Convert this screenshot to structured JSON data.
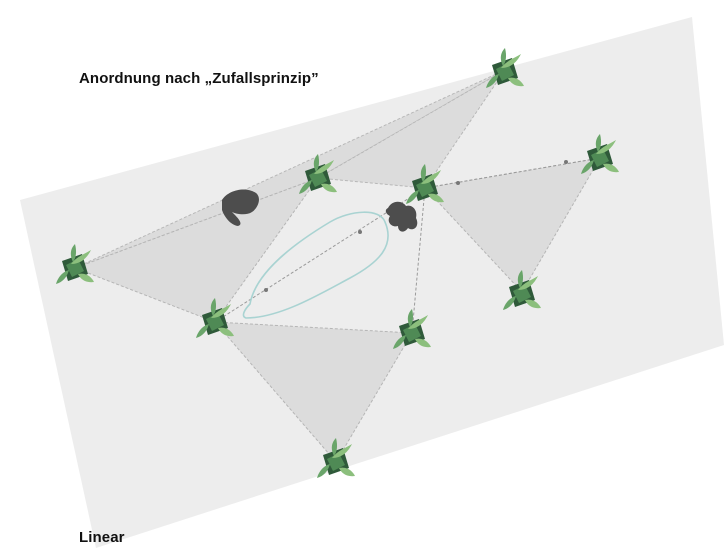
{
  "headings": {
    "random": "Anordnung nach „Zufallsprinzip”",
    "linear": "Linear"
  },
  "colors": {
    "paper": "#ededed",
    "triangle_fill": "#dcdcdc",
    "triangle_stroke": "#b5b5b5",
    "path": "#a9d3d2",
    "silhouette": "#4d4d4d",
    "plant_dark": "#2f5a3a",
    "plant_mid": "#4f8a55",
    "plant_light": "#8cbf7d"
  },
  "diagram": {
    "plants": [
      {
        "id": "p1"
      },
      {
        "id": "p2"
      },
      {
        "id": "p3"
      },
      {
        "id": "p4"
      },
      {
        "id": "p5"
      },
      {
        "id": "p6"
      },
      {
        "id": "p7"
      },
      {
        "id": "p8"
      },
      {
        "id": "p9"
      },
      {
        "id": "p10"
      }
    ],
    "triangles": [
      {
        "id": "t1",
        "plants": [
          "p1",
          "p2",
          "p3"
        ]
      },
      {
        "id": "t2",
        "plants": [
          "p2",
          "p4",
          "p5"
        ]
      },
      {
        "id": "t3",
        "plants": [
          "p3",
          "p6",
          "p7"
        ]
      },
      {
        "id": "t4",
        "plants": [
          "p5",
          "p8",
          "p9"
        ]
      }
    ],
    "silhouettes": [
      "person-lying-silhouette",
      "person-crouching-silhouette"
    ]
  }
}
